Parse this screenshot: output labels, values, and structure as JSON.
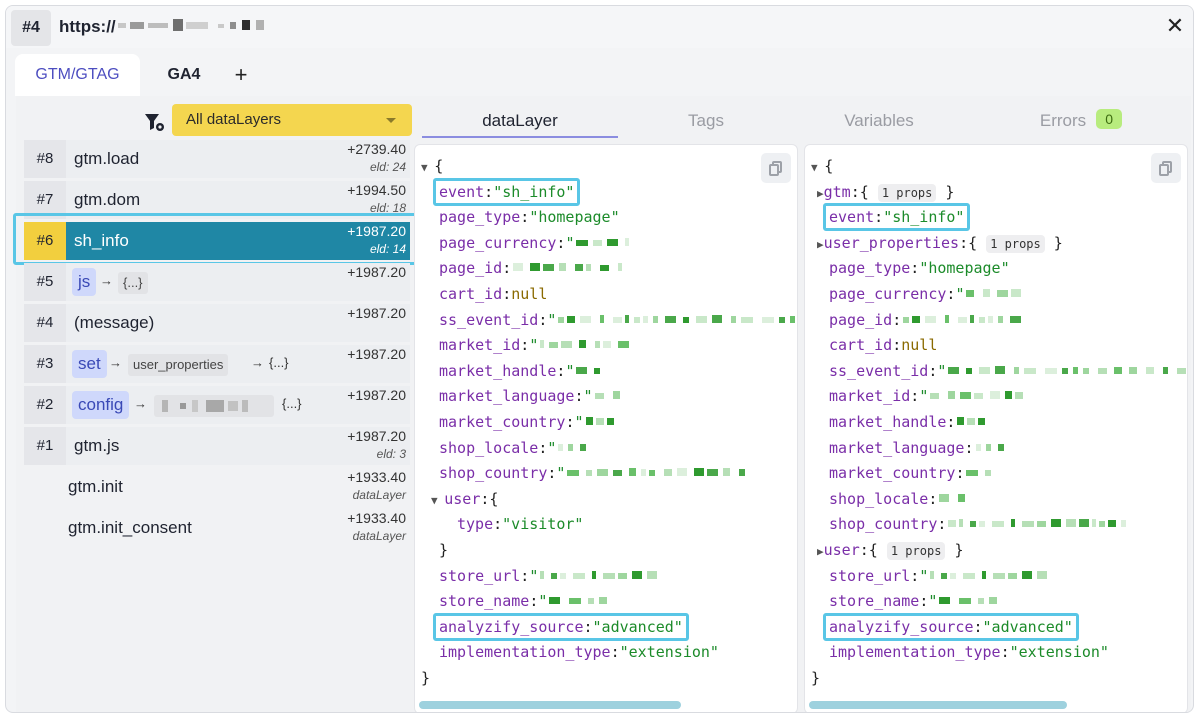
{
  "window": {
    "number": "#4",
    "url_prefix": "https://"
  },
  "top_tabs": [
    {
      "label": "GTM/GTAG",
      "active": true
    },
    {
      "label": "GA4",
      "active": false
    },
    {
      "label": "+",
      "active": false
    }
  ],
  "filter": {
    "select_value": "All dataLayers"
  },
  "events": [
    {
      "num": "#8",
      "name": "gtm.load",
      "time": "+2739.40",
      "sub": "eld: 24"
    },
    {
      "num": "#7",
      "name": "gtm.dom",
      "time": "+1994.50",
      "sub": "eld: 18"
    },
    {
      "num": "#6",
      "name": "sh_info",
      "time": "+1987.20",
      "sub": "eld: 14",
      "selected": true
    },
    {
      "num": "#5",
      "name": "js",
      "time": "+1987.20",
      "sub": "",
      "arrow": "→",
      "arg": "{...}"
    },
    {
      "num": "#4",
      "name": "(message)",
      "time": "+1987.20",
      "sub": ""
    },
    {
      "num": "#3",
      "name": "set",
      "time": "+1987.20",
      "sub": "",
      "arrow": "→",
      "arg": "user_properties",
      "arrow2": "→",
      "arg2": "{...}"
    },
    {
      "num": "#2",
      "name": "config",
      "time": "+1987.20",
      "sub": "",
      "arrow": "→",
      "arg2": "{...}"
    },
    {
      "num": "#1",
      "name": "gtm.js",
      "time": "+1987.20",
      "sub": "eld: 3"
    },
    {
      "num": "",
      "name": "gtm.init",
      "time": "+1933.40",
      "sub": "dataLayer"
    },
    {
      "num": "",
      "name": "gtm.init_consent",
      "time": "+1933.40",
      "sub": "dataLayer"
    }
  ],
  "right_tabs": [
    {
      "label": "dataLayer",
      "active": true
    },
    {
      "label": "Tags",
      "active": false
    },
    {
      "label": "Variables",
      "active": false
    },
    {
      "label": "Errors",
      "active": false,
      "badge": "0"
    }
  ],
  "left_code": {
    "open": "{",
    "lines": [
      {
        "key": "event",
        "val": "\"sh_info\"",
        "type": "s"
      },
      {
        "key": "page_type",
        "val": "\"homepage\"",
        "type": "s"
      },
      {
        "key": "page_currency",
        "val": "\"",
        "type": "s",
        "blur": true
      },
      {
        "key": "page_id",
        "val": "",
        "type": "s",
        "blur": true
      },
      {
        "key": "cart_id",
        "val": "null",
        "type": "nl"
      },
      {
        "key": "ss_event_id",
        "val": "\"",
        "type": "s",
        "blur": true
      },
      {
        "key": "market_id",
        "val": "\"",
        "type": "s",
        "blur": true
      },
      {
        "key": "market_handle",
        "val": "\"",
        "type": "s",
        "blur": true
      },
      {
        "key": "market_language",
        "val": "\"",
        "type": "s",
        "blur": true
      },
      {
        "key": "market_country",
        "val": "\"",
        "type": "s",
        "blur": true
      },
      {
        "key": "shop_locale",
        "val": "\"",
        "type": "s",
        "blur": true
      },
      {
        "key": "shop_country",
        "val": "\"",
        "type": "s",
        "blur": true
      },
      {
        "key": "user",
        "val": "{",
        "type": "p",
        "expand": "open"
      },
      {
        "key": "type",
        "val": "\"visitor\"",
        "type": "s",
        "indent": 2
      },
      {
        "key": "",
        "val": "}",
        "type": "p"
      },
      {
        "key": "store_url",
        "val": "\"",
        "type": "s",
        "blur": true
      },
      {
        "key": "store_name",
        "val": "\"",
        "type": "s",
        "blur": true
      },
      {
        "key": "analyzify_source",
        "val": "\"advanced\"",
        "type": "s"
      },
      {
        "key": "implementation_type",
        "val": "\"extension\"",
        "type": "s"
      }
    ],
    "close": "}"
  },
  "right_code": {
    "open": "{",
    "lines": [
      {
        "key": "gtm",
        "val": "{",
        "type": "p",
        "expand": "closed",
        "props": "1 props",
        "close": "}"
      },
      {
        "key": "event",
        "val": "\"sh_info\"",
        "type": "s"
      },
      {
        "key": "user_properties",
        "val": "{",
        "type": "p",
        "expand": "closed",
        "props": "1 props",
        "close": "}"
      },
      {
        "key": "page_type",
        "val": "\"homepage\"",
        "type": "s"
      },
      {
        "key": "page_currency",
        "val": "\"",
        "type": "s",
        "blur": true
      },
      {
        "key": "page_id",
        "val": "",
        "type": "s",
        "blur": true
      },
      {
        "key": "cart_id",
        "val": "null",
        "type": "nl"
      },
      {
        "key": "ss_event_id",
        "val": "\"",
        "type": "s",
        "blur": true
      },
      {
        "key": "market_id",
        "val": "\"",
        "type": "s",
        "blur": true
      },
      {
        "key": "market_handle",
        "val": "",
        "type": "s",
        "blur": true
      },
      {
        "key": "market_language",
        "val": "",
        "type": "s",
        "blur": true
      },
      {
        "key": "market_country",
        "val": "",
        "type": "s",
        "blur": true
      },
      {
        "key": "shop_locale",
        "val": "",
        "type": "s",
        "blur": true
      },
      {
        "key": "shop_country",
        "val": "",
        "type": "s",
        "blur": true
      },
      {
        "key": "user",
        "val": "{",
        "type": "p",
        "expand": "closed",
        "props": "1 props",
        "close": "}"
      },
      {
        "key": "store_url",
        "val": "\"",
        "type": "s",
        "blur": true
      },
      {
        "key": "store_name",
        "val": "\"",
        "type": "s",
        "blur": true
      },
      {
        "key": "analyzify_source",
        "val": "\"advanced\"",
        "type": "s"
      },
      {
        "key": "implementation_type",
        "val": "\"extension\"",
        "type": "s"
      }
    ],
    "close": "}"
  },
  "colors": {
    "accent": "#4d4ec0",
    "selected_row": "#1f87a5",
    "selected_num": "#f2cf3e",
    "highlight_box": "#59c6e6",
    "string": "#1c8b2a",
    "key": "#7a2ea8"
  },
  "icons": {
    "close": "close-icon",
    "filter": "filter-settings-icon",
    "copy": "copy-icon",
    "caret": "chevron-down-icon"
  }
}
